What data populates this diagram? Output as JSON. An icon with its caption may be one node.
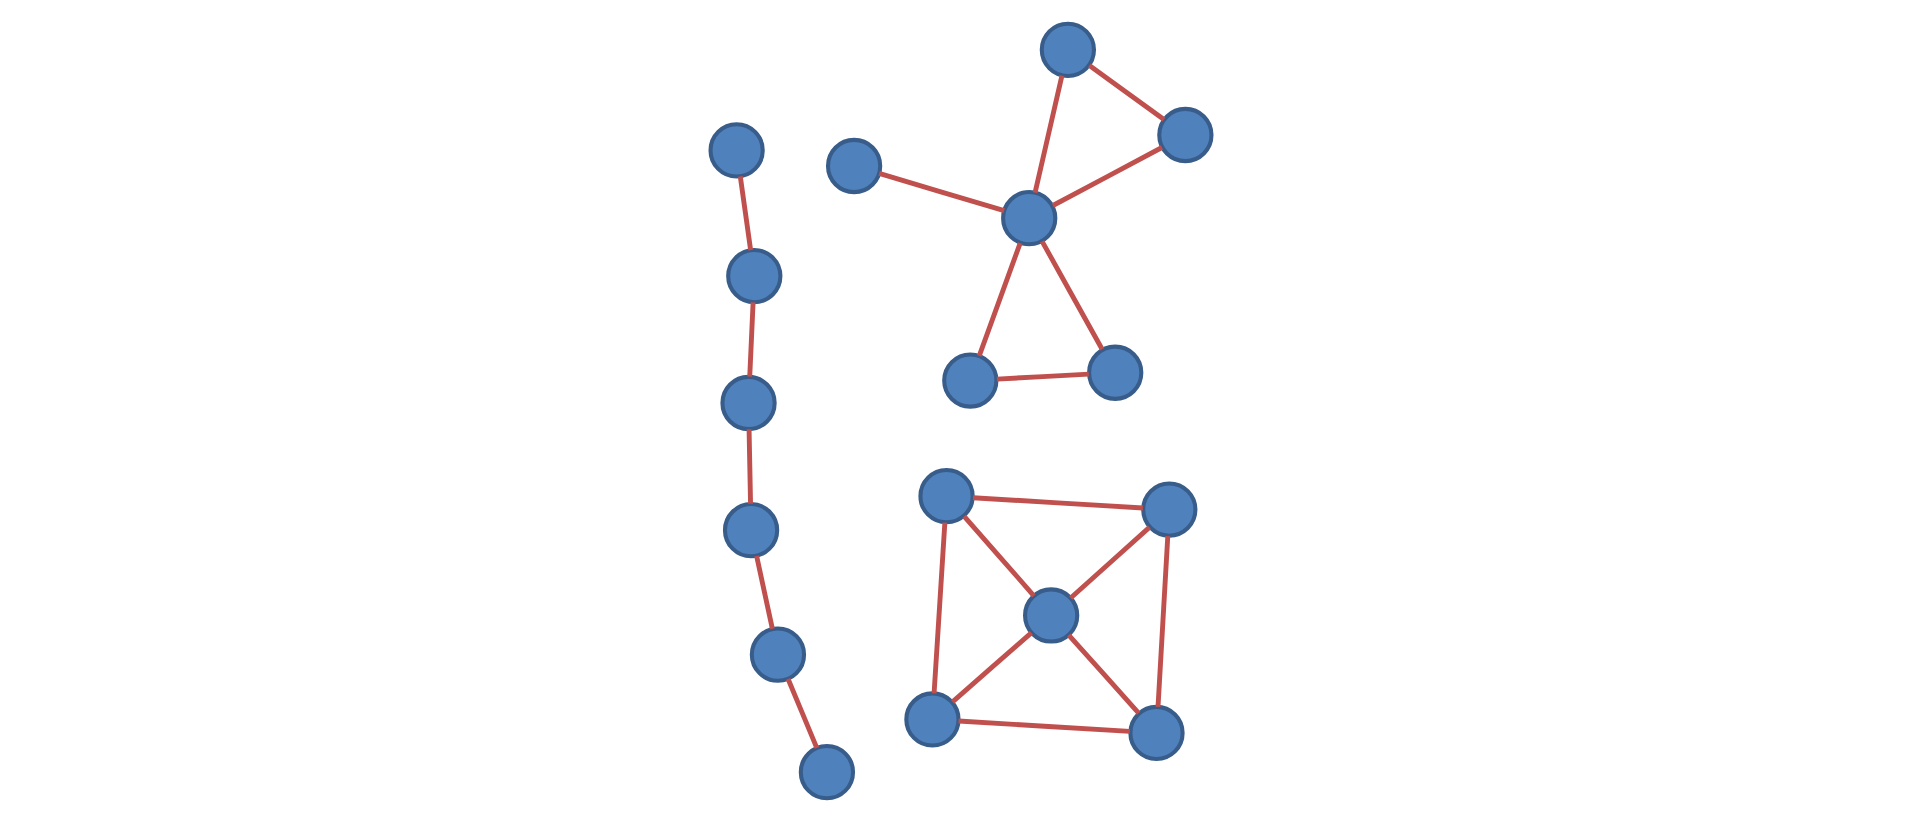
{
  "diagram": {
    "nodes": [
      {
        "text": [],
        "shape": "circle"
      },
      {
        "text": [],
        "shape": "circle"
      },
      {
        "text": [],
        "shape": "circle"
      },
      {
        "text": [],
        "shape": "circle"
      },
      {
        "text": [],
        "shape": "circle"
      },
      {
        "text": [],
        "shape": "circle"
      },
      {
        "text": [],
        "shape": "circle"
      },
      {
        "text": [],
        "shape": "circle"
      },
      {
        "text": [],
        "shape": "circle"
      },
      {
        "text": [],
        "shape": "circle"
      },
      {
        "text": [],
        "shape": "circle"
      },
      {
        "text": [],
        "shape": "circle"
      },
      {
        "text": [],
        "shape": "circle"
      },
      {
        "text": [],
        "shape": "circle"
      },
      {
        "text": [],
        "shape": "circle"
      },
      {
        "text": [],
        "shape": "circle"
      },
      {
        "text": [],
        "shape": "circle"
      }
    ],
    "edges": [
      {
        "from": 0,
        "to": 1,
        "arrow": "none"
      },
      {
        "from": 0,
        "to": 3,
        "arrow": "none"
      },
      {
        "from": 0,
        "to": 2,
        "arrow": "none"
      },
      {
        "from": 1,
        "to": 2,
        "arrow": "none"
      },
      {
        "from": 1,
        "to": 4,
        "arrow": "none"
      },
      {
        "from": 2,
        "to": 3,
        "arrow": "none"
      },
      {
        "from": 2,
        "to": 4,
        "arrow": "none"
      },
      {
        "from": 3,
        "to": 4,
        "arrow": "none"
      },
      {
        "from": 5,
        "to": 6,
        "arrow": "none"
      },
      {
        "from": 5,
        "to": 7,
        "arrow": "none"
      },
      {
        "from": 7,
        "to": 10,
        "arrow": "none"
      },
      {
        "from": 6,
        "to": 9,
        "arrow": "none"
      },
      {
        "from": 8,
        "to": 9,
        "arrow": "none"
      },
      {
        "from": 11,
        "to": 12,
        "arrow": "none"
      },
      {
        "from": 11,
        "to": 13,
        "arrow": "none"
      },
      {
        "from": 12,
        "to": 13,
        "arrow": "none"
      },
      {
        "from": 13,
        "to": 14,
        "arrow": "none"
      },
      {
        "from": 13,
        "to": 15,
        "arrow": "none"
      },
      {
        "from": 13,
        "to": 16,
        "arrow": "none"
      },
      {
        "from": 14,
        "to": 15,
        "arrow": "none"
      }
    ]
  }
}
